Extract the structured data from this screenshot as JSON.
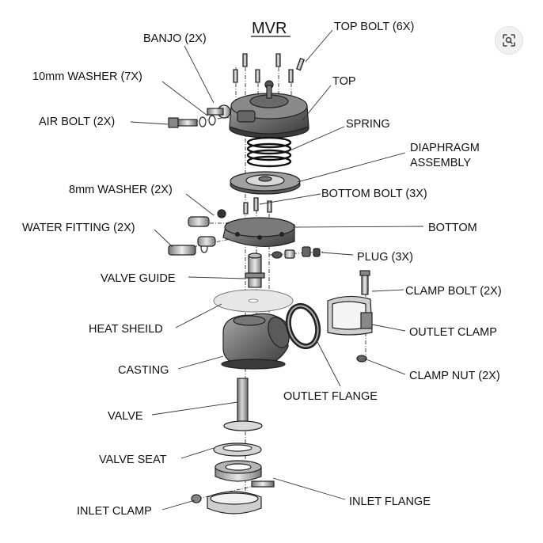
{
  "title": "MVR",
  "labels": {
    "top_bolt": "TOP BOLT (6X)",
    "banjo": "BANJO (2X)",
    "washer_10mm": "10mm WASHER (7X)",
    "top": "TOP",
    "air_bolt": "AIR BOLT (2X)",
    "spring": "SPRING",
    "diaphragm_1": "DIAPHRAGM",
    "diaphragm_2": "ASSEMBLY",
    "washer_8mm": "8mm WASHER (2X)",
    "bottom_bolt": "BOTTOM BOLT (3X)",
    "water_fitting": "WATER FITTING (2X)",
    "bottom": "BOTTOM",
    "plug": "PLUG (3X)",
    "valve_guide": "VALVE GUIDE",
    "clamp_bolt": "CLAMP BOLT (2X)",
    "heat_shield": "HEAT SHEILD",
    "outlet_clamp": "OUTLET CLAMP",
    "casting": "CASTING",
    "clamp_nut": "CLAMP NUT (2X)",
    "outlet_flange": "OUTLET FLANGE",
    "valve": "VALVE",
    "valve_seat": "VALVE SEAT",
    "inlet_flange": "INLET FLANGE",
    "inlet_clamp": "INLET CLAMP"
  },
  "icons": {
    "lens": "lens-icon"
  }
}
